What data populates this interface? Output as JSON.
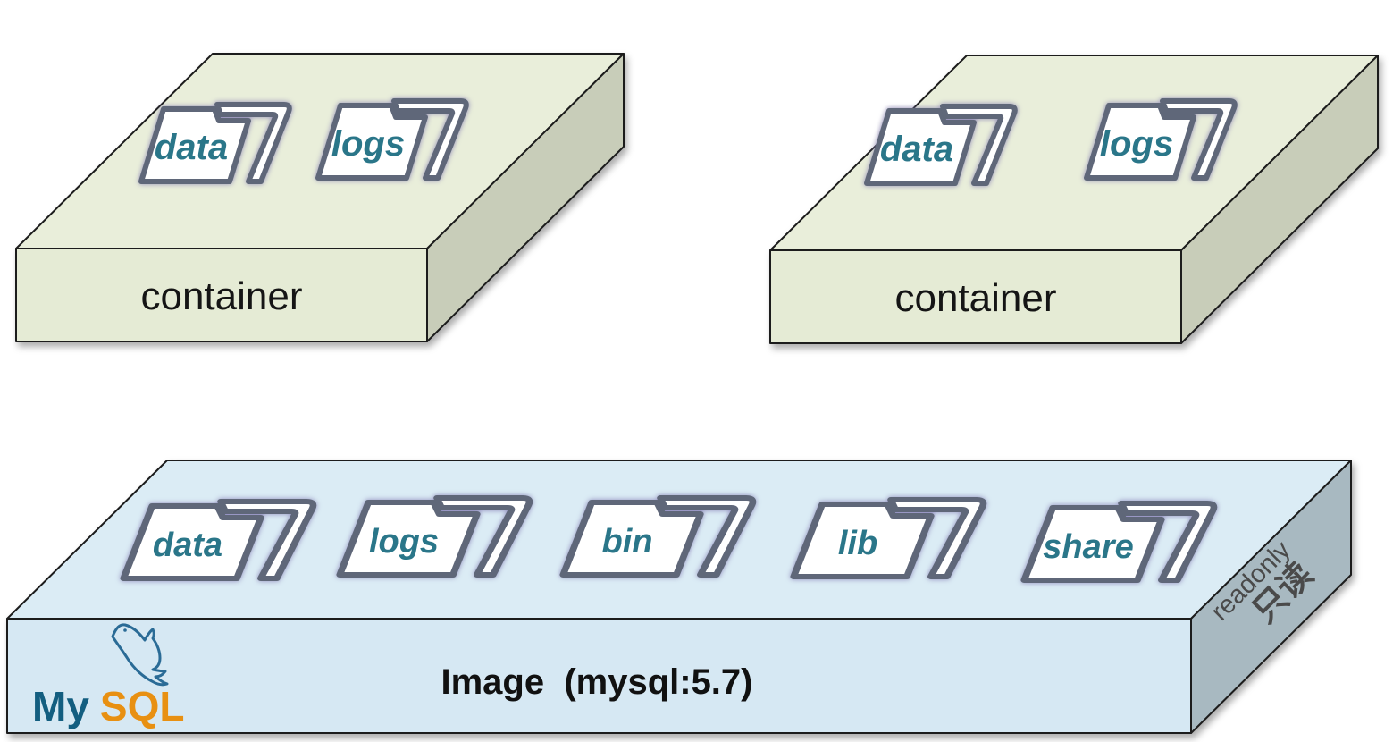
{
  "containers": [
    {
      "label": "container",
      "folders": [
        "data",
        "logs"
      ]
    },
    {
      "label": "container",
      "folders": [
        "data",
        "logs"
      ]
    }
  ],
  "image_box": {
    "label": "Image  (mysql:5.7)",
    "folders": [
      "data",
      "logs",
      "bin",
      "lib",
      "share"
    ],
    "readonly_en": "readonly",
    "readonly_zh": "只读",
    "logo_my": "My",
    "logo_sql": "SQL"
  },
  "colors": {
    "container_top": "#e9eeda",
    "container_front": "#e5ebd5",
    "container_side": "#c8cdb9",
    "image_top": "#dbecf5",
    "image_front": "#d6e8f3",
    "image_side": "#a8b9c1",
    "folder_label_teal": "#2a7689",
    "mysql_blue": "#135e80",
    "mysql_orange": "#e89012",
    "readonly_gray": "#4a4a4a"
  }
}
